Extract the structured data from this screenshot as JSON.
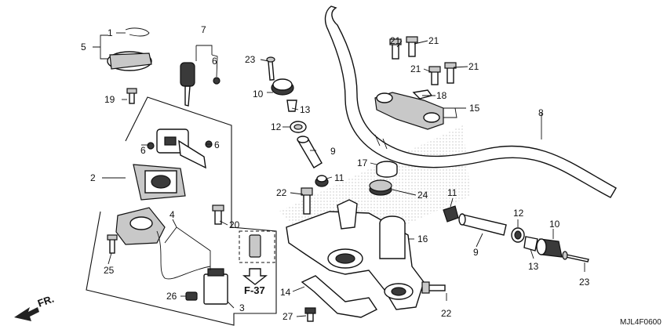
{
  "diagram_code": "MJL4F0600",
  "reference_label": "F-37",
  "front_label": "FR.",
  "callouts": [
    "1",
    "2",
    "3",
    "4",
    "5",
    "6",
    "6",
    "6",
    "7",
    "8",
    "9",
    "9",
    "10",
    "10",
    "11",
    "11",
    "12",
    "12",
    "13",
    "13",
    "14",
    "15",
    "16",
    "17",
    "18",
    "19",
    "20",
    "21",
    "21",
    "21",
    "21",
    "22",
    "22",
    "23",
    "23",
    "24",
    "25",
    "26",
    "27"
  ],
  "colors": {
    "line": "#111111",
    "fill": "#ffffff",
    "dark": "#3a3a3a",
    "shade": "#c8c8c8"
  }
}
